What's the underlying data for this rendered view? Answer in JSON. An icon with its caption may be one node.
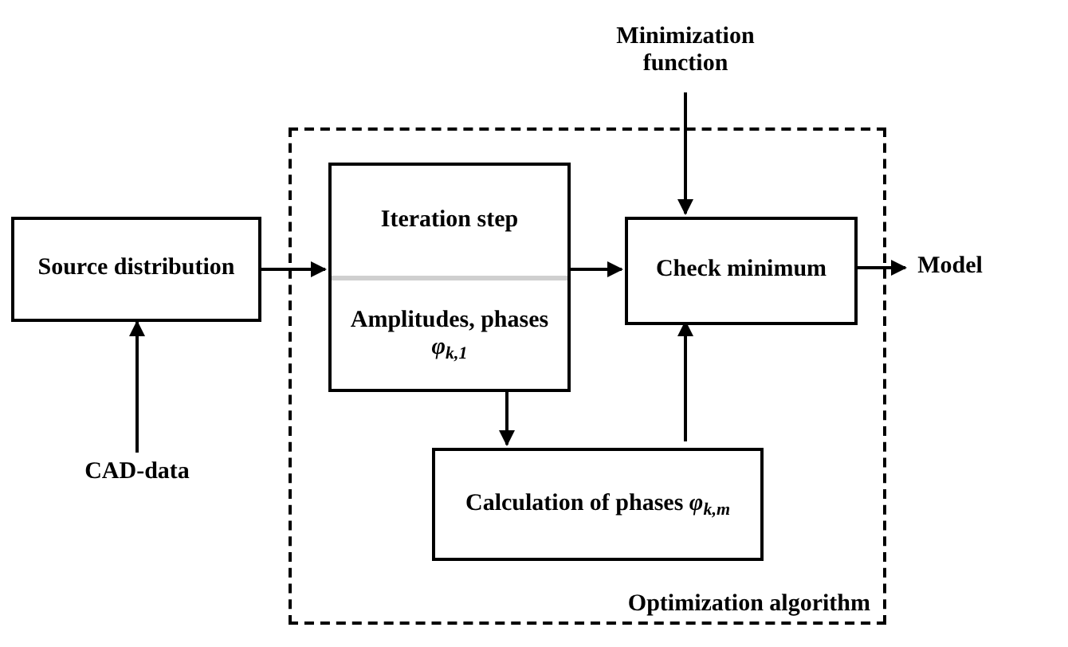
{
  "diagram": {
    "nodes": [
      {
        "text": [
          "Optimization algorithm"
        ]
      },
      {
        "text": [
          "Minimization function"
        ]
      },
      {
        "text": [
          "Source distribution"
        ]
      },
      {
        "text": [
          "Iteration step",
          "Amplitudes, phases *φ*$_{k,1}$"
        ],
        "in": 0
      },
      {
        "text": [
          "Check minimum"
        ],
        "in": 0
      },
      {
        "text": [
          "Calculation of phases *φ*$_{k,m}$"
        ],
        "in": 0
      },
      {
        "text": [
          "Model"
        ]
      },
      {
        "text": [
          "CAD-data"
        ]
      }
    ],
    "edges": [
      {
        "from": 7,
        "to": 2,
        "arrow": "to"
      },
      {
        "from": 2,
        "to": 3,
        "arrow": "to"
      },
      {
        "from": 3,
        "to": 4,
        "arrow": "to"
      },
      {
        "from": 1,
        "to": 4,
        "arrow": "to"
      },
      {
        "from": 3,
        "to": 5,
        "arrow": "to"
      },
      {
        "from": 5,
        "to": 4,
        "arrow": "to"
      },
      {
        "from": 4,
        "to": 6,
        "arrow": "to"
      }
    ]
  }
}
